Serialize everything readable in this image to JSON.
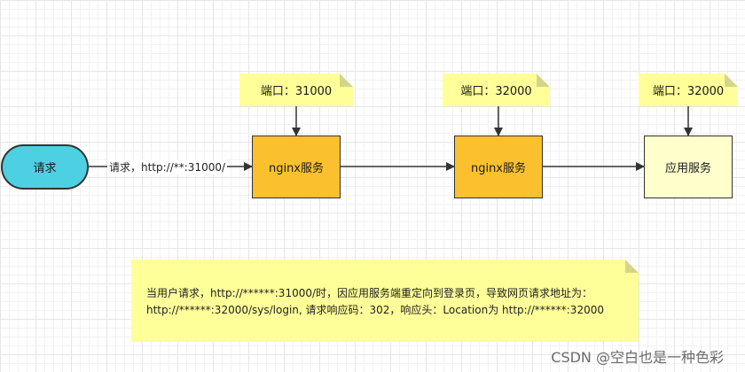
{
  "diagram": {
    "request": "请求",
    "edge_label": "请求，http://**:31000/",
    "nginx1": "nginx服务",
    "nginx2": "nginx服务",
    "app": "应用服务",
    "port1": "端口：31000",
    "port2": "端口：32000",
    "port3": "端口：32000",
    "note_line1": "当用户请求，http://******:31000/时，因应用服务端重定向到登录页，导致网页请求地址为：",
    "note_line2": "http://******:32000/sys/login, 请求响应码：302，响应头：Location为 http://******:32000"
  },
  "watermark": "CSDN @空白也是一种色彩",
  "colors": {
    "request_fill": "#4dd0e1",
    "nginx_fill": "#fbc02d",
    "app_fill": "#ffffcc",
    "note_fill": "#ffff99",
    "stroke": "#333333"
  }
}
